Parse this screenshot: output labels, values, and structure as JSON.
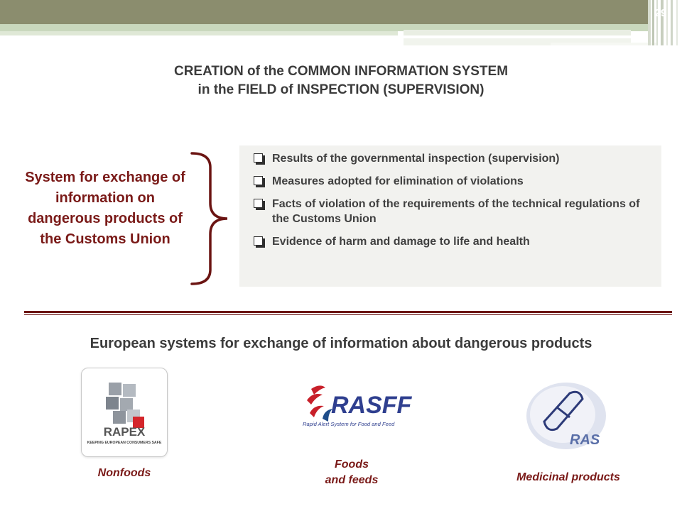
{
  "slide": {
    "page_number": "29",
    "title_line1": "CREATION of the COMMON INFORMATION SYSTEM",
    "title_line2": "in the FIELD of INSPECTION (SUPERVISION)"
  },
  "system": {
    "caption": "System for exchange of information on dangerous products of the Customs Union",
    "items": [
      {
        "text": "Results of the governmental inspection (supervision)"
      },
      {
        "text": "Measures adopted for elimination of violations"
      },
      {
        "text": "Facts of violation of the requirements of the technical regulations of the Customs Union"
      },
      {
        "text": "Evidence of harm and damage to life and health"
      }
    ]
  },
  "european": {
    "heading": "European systems for exchange of information about dangerous products",
    "systems": [
      {
        "logo_text": "RAPEX",
        "logo_subtext": "KEEPING EUROPEAN CONSUMERS SAFE",
        "caption": "Nonfoods"
      },
      {
        "logo_text": "RASFF",
        "logo_subtext": "Rapid Alert System for Food and Feed",
        "caption_line1": "Foods",
        "caption_line2": "and feeds"
      },
      {
        "logo_text": "RAS",
        "caption": "Medicinal products"
      }
    ]
  },
  "colors": {
    "accent_maroon": "#7a1a18",
    "header_olive": "#8b8d6e",
    "header_green": "#c9d8bd"
  }
}
